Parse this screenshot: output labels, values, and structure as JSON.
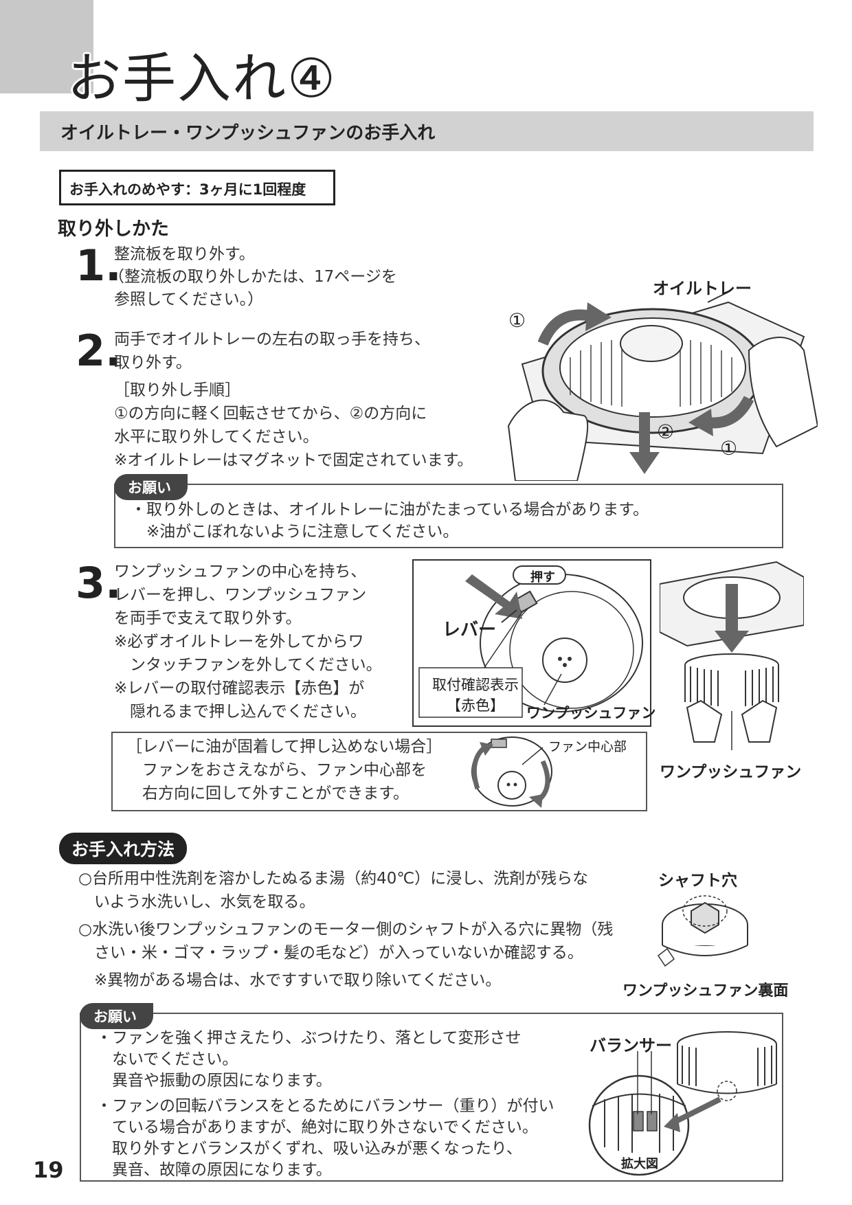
{
  "page_title": "お手入れ④",
  "section_title": "オイルトレー・ワンプッシュファンのお手入れ",
  "guide": "お手入れのめやす：3ヶ月に1回程度",
  "remove_heading": "取り外しかた",
  "step1": {
    "num": "1.",
    "lines": [
      "整流板を取り外す。",
      "（整流板の取り外しかたは、17ページを",
      "参照してください。）"
    ]
  },
  "step2": {
    "num": "2.",
    "lines": [
      "両手でオイルトレーの左右の取っ手を持ち、",
      "取り外す。",
      "［取り外し手順］",
      "①の方向に軽く回転させてから、②の方向に",
      "水平に取り外してください。",
      "※オイルトレーはマグネットで固定されています。"
    ]
  },
  "fig1": {
    "label_tray": "オイルトレー",
    "mark1": "①",
    "mark2": "②",
    "mark1b": "①"
  },
  "notice1": {
    "label": "お願い",
    "lines": [
      "・取り外しのときは、オイルトレーに油がたまっている場合があります。",
      "　※油がこぼれないように注意してください。"
    ]
  },
  "step3": {
    "num": "3.",
    "lines": [
      "ワンプッシュファンの中心を持ち、",
      "レバーを押し、ワンプッシュファン",
      "を両手で支えて取り外す。",
      "※必ずオイルトレーを外してからワ",
      "　ンタッチファンを外してください。",
      "※レバーの取付確認表示【赤色】が",
      "　隠れるまで押し込んでください。"
    ]
  },
  "fig2": {
    "push": "押す",
    "lever": "レバー",
    "confirm1": "取付確認表示",
    "confirm2": "【赤色】",
    "fan": "ワンプッシュファン"
  },
  "fig3": {
    "fan": "ワンプッシュファン"
  },
  "stuck_box": {
    "lines": [
      "［レバーに油が固着して押し込めない場合］",
      "　ファンをおさえながら、ファン中心部を",
      "　右方向に回して外すことができます。"
    ],
    "fan_center": "ファン中心部"
  },
  "method_label": "お手入れ方法",
  "method": {
    "lines": [
      "○台所用中性洗剤を溶かしたぬるま湯（約40℃）に浸し、洗剤が残らな",
      "　いよう水洗いし、水気を取る。",
      "○水洗い後ワンプッシュファンのモーター側のシャフトが入る穴に異物（残",
      "　さい・米・ゴマ・ラップ・髪の毛など）が入っていないか確認する。",
      "　※異物がある場合は、水ですすいで取り除いてください。"
    ]
  },
  "fig4": {
    "shaft": "シャフト穴",
    "back": "ワンプッシュファン裏面"
  },
  "notice2": {
    "label": "お願い",
    "lines": [
      "・ファンを強く押さえたり、ぶつけたり、落として変形させ",
      "　ないでください。",
      "　異音や振動の原因になります。",
      "・ファンの回転バランスをとるためにバランサー（重り）が付い",
      "　ている場合がありますが、絶対に取り外さないでください。",
      "　取り外すとバランスがくずれ、吸い込みが悪くなったり、",
      "　異音、故障の原因になります。"
    ]
  },
  "fig5": {
    "balancer": "バランサー",
    "zoom": "拡大図"
  },
  "page_number": "19"
}
